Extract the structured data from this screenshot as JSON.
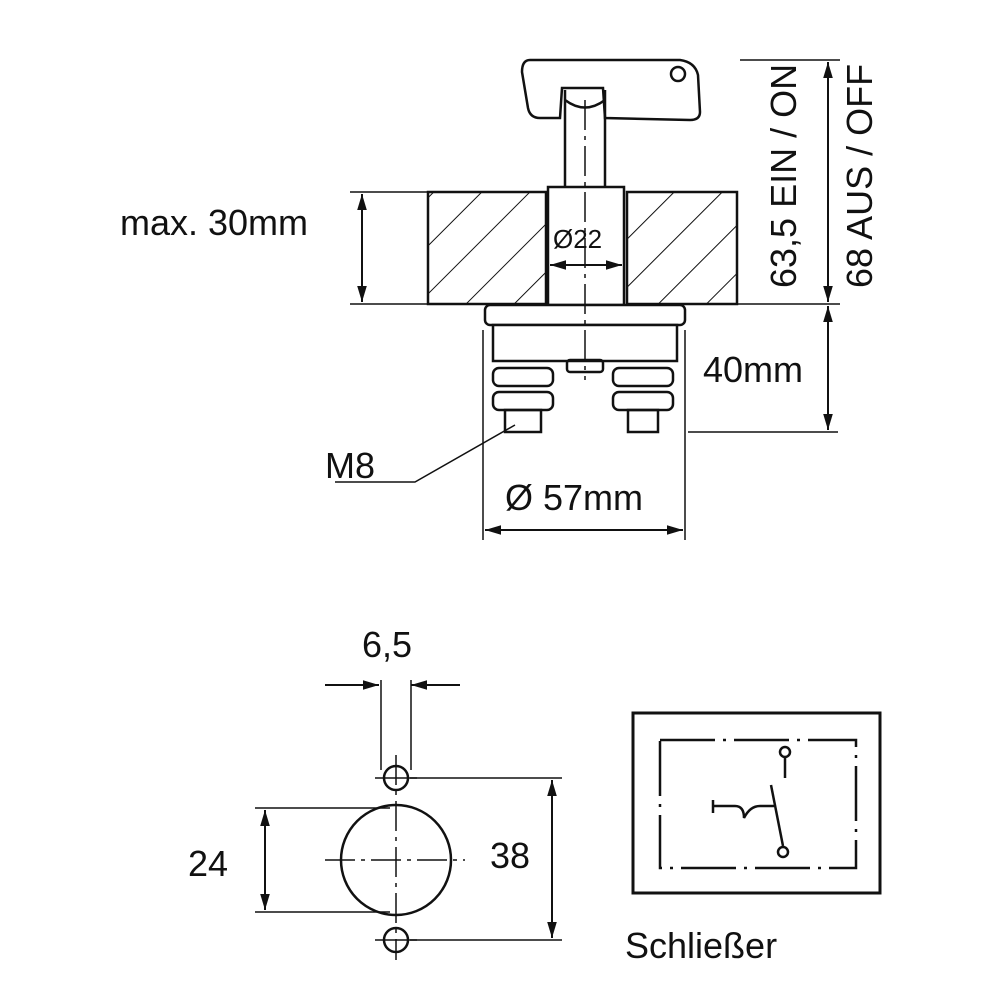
{
  "labels": {
    "max_thickness": "max. 30mm",
    "bore_diameter": "Ø22",
    "height_on": "63,5 EIN / ON",
    "height_off": "68 AUS / OFF",
    "depth_below": "40mm",
    "thread": "M8",
    "body_diameter": "Ø 57mm",
    "hole_diameter": "6,5",
    "circle_diameter": "24",
    "hole_spacing": "38",
    "contact_type": "Schließer"
  },
  "colors": {
    "ink": "#111111",
    "paper": "#ffffff"
  }
}
